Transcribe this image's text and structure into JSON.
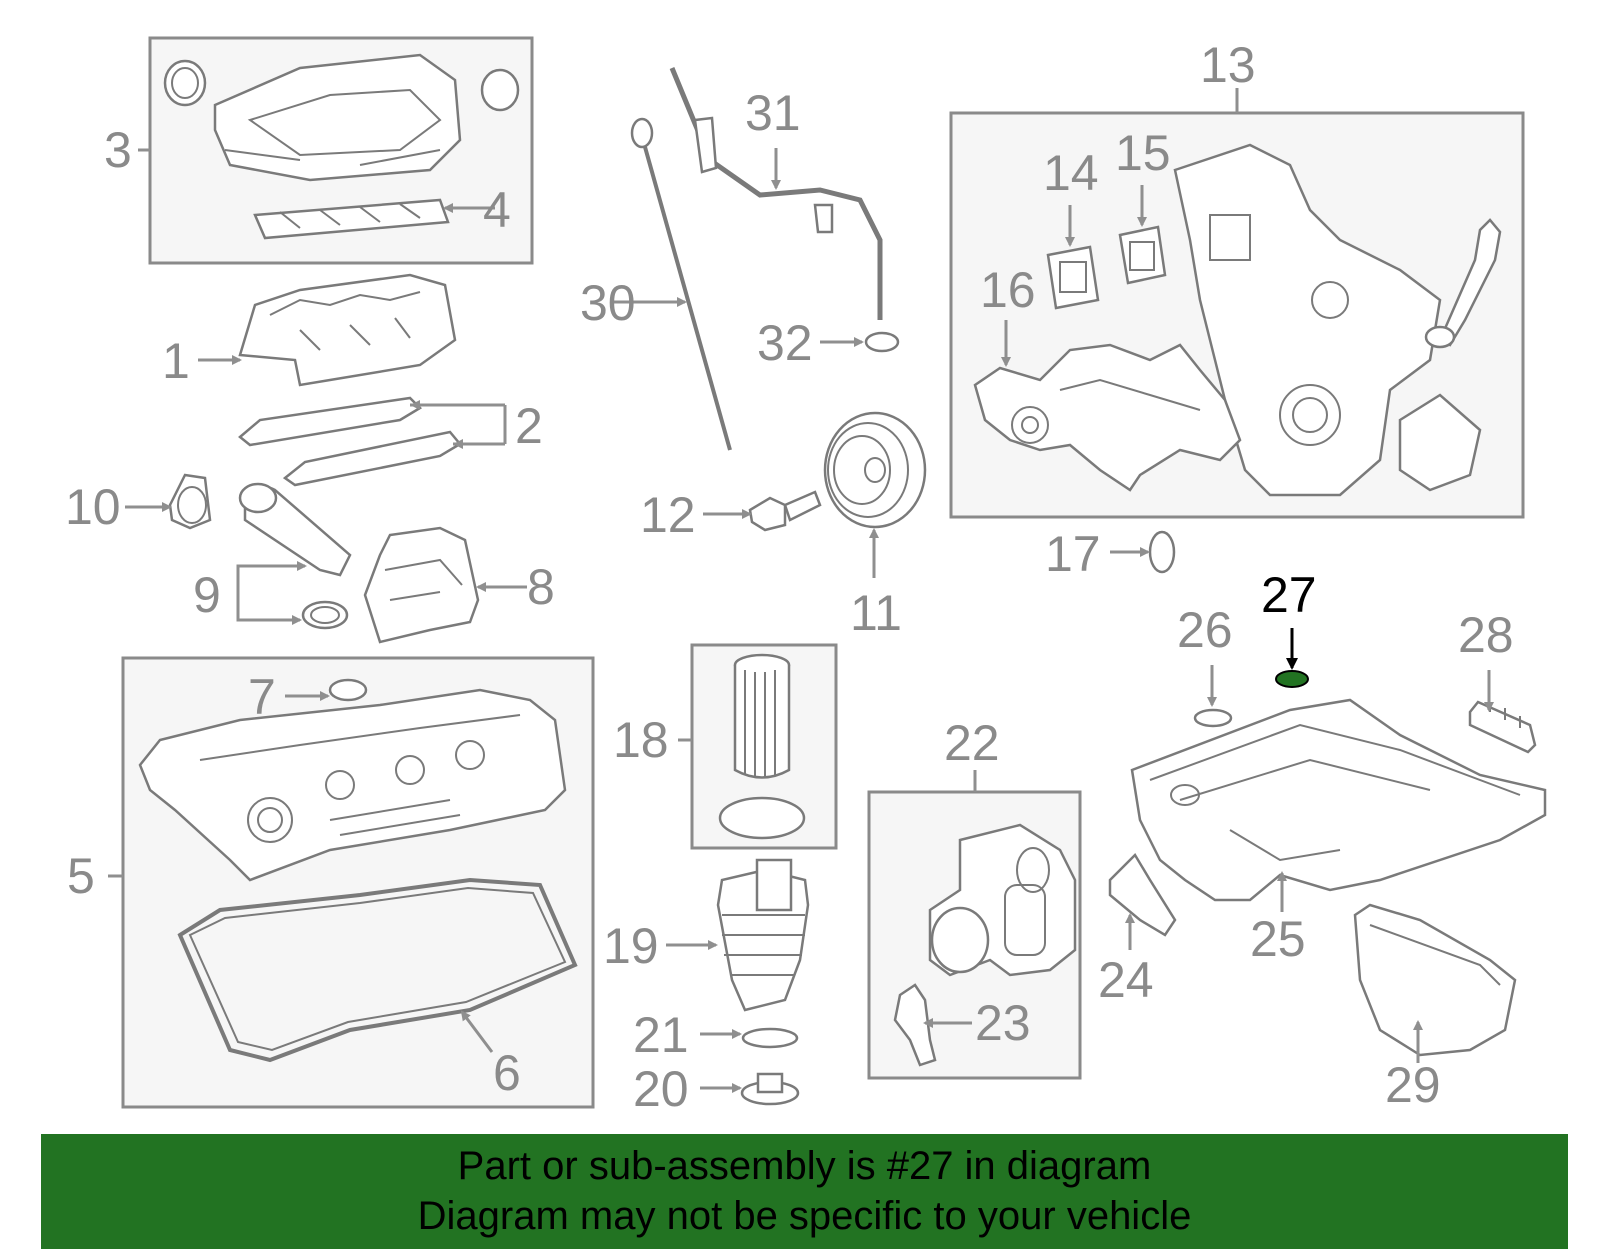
{
  "diagram": {
    "callouts": [
      "1",
      "2",
      "3",
      "4",
      "5",
      "6",
      "7",
      "8",
      "9",
      "10",
      "11",
      "12",
      "13",
      "14",
      "15",
      "16",
      "17",
      "18",
      "19",
      "20",
      "21",
      "22",
      "23",
      "24",
      "25",
      "26",
      "27",
      "28",
      "29",
      "30",
      "31",
      "32"
    ],
    "highlighted_part": "27",
    "highlight_color": "#227322"
  },
  "banner": {
    "line1": "Part or sub-assembly is #27 in diagram",
    "line2": "Diagram may not be specific to your vehicle",
    "background": "#227322"
  }
}
